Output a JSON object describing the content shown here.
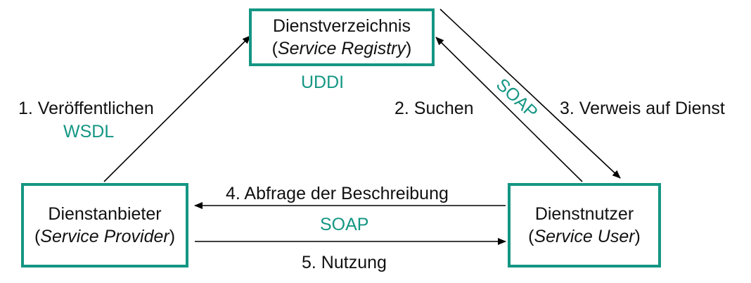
{
  "nodes": {
    "registry": {
      "title": "Dienstverzeichnis",
      "sub": "Service Registry"
    },
    "provider": {
      "title": "Dienstanbieter",
      "sub": "Service Provider"
    },
    "user": {
      "title": "Dienstnutzer",
      "sub": "Service User"
    }
  },
  "labels": {
    "publish": "1. Veröffentlichen",
    "wsdl": "WSDL",
    "uddi": "UDDI",
    "search": "2. Suchen",
    "soap_diag": "SOAP",
    "reference": "3. Verweis auf Dienst",
    "query": "4. Abfrage der Beschreibung",
    "soap_mid": "SOAP",
    "use": "5. Nutzung"
  },
  "colors": {
    "accent": "#149683",
    "line": "#000000",
    "text": "#111111"
  }
}
